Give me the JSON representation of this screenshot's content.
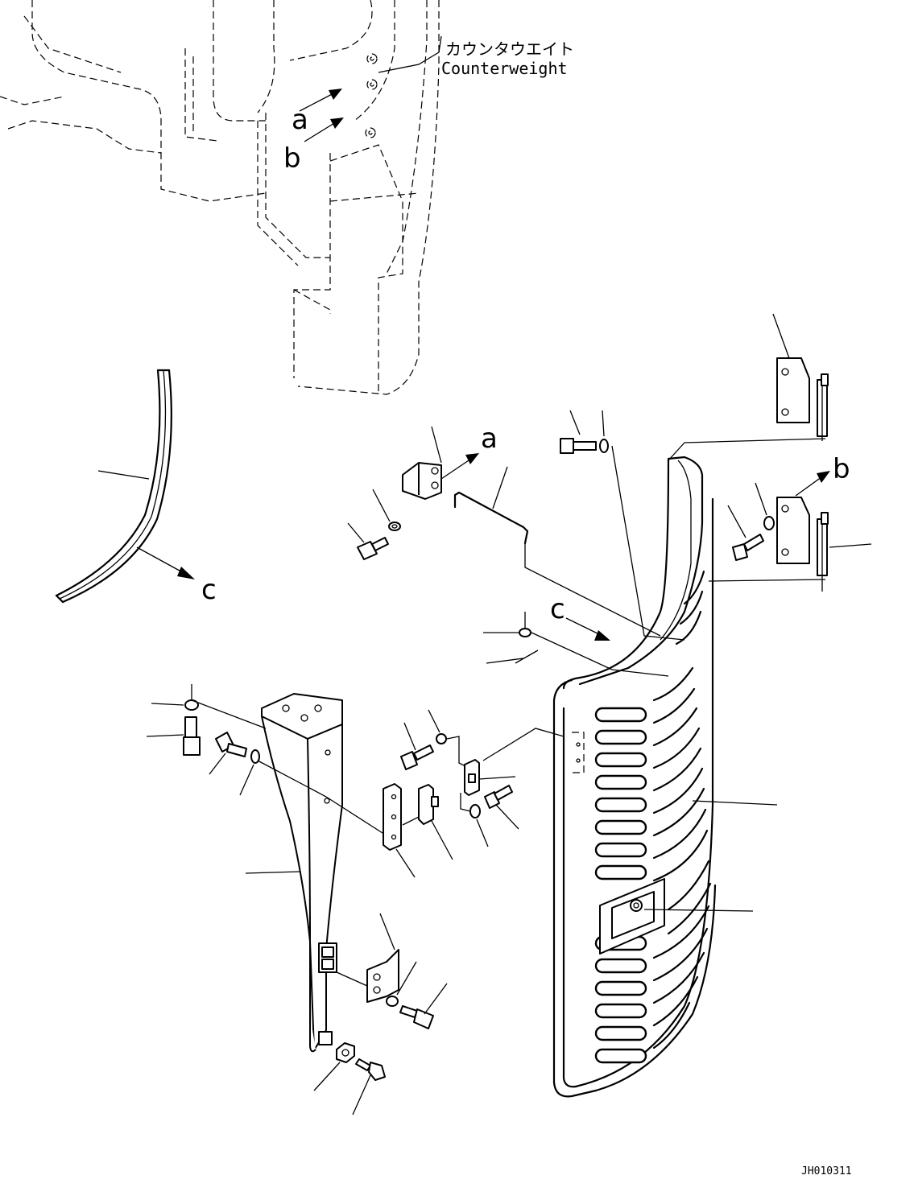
{
  "diagram": {
    "caption_jp": "カウンタウエイト",
    "caption_en": "Counterweight",
    "ref_a": "a",
    "ref_b": "b",
    "ref_c": "c",
    "drawing_code": "JH010311"
  }
}
